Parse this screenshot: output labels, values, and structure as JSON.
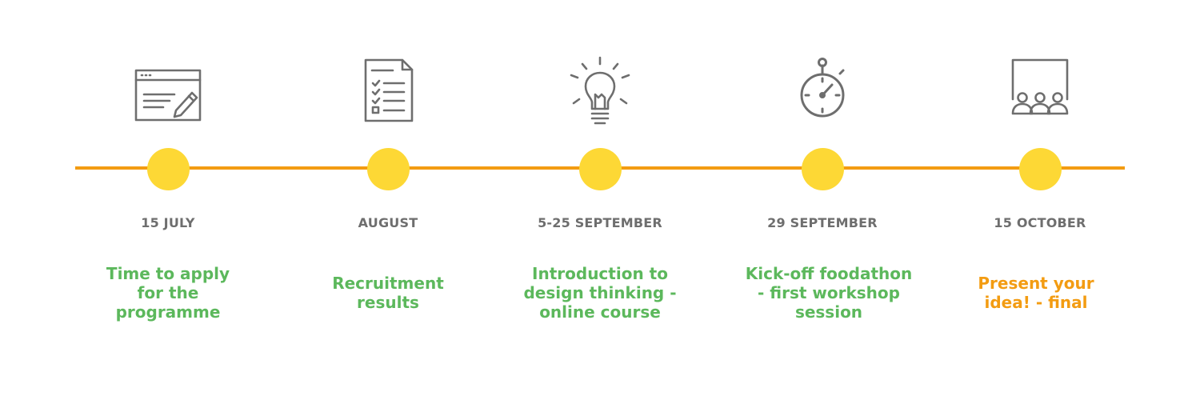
{
  "colors": {
    "line": "#f39c12",
    "dot": "#fdd835",
    "date_text": "#6e6e6e",
    "desc_green": "#5cb85c",
    "desc_orange": "#f39c12",
    "icon_stroke": "#6e6e6e"
  },
  "milestones": [
    {
      "icon": "browser-edit-icon",
      "date": "15 JULY",
      "description": "Time to apply\nfor the\nprogramme",
      "color": "#5cb85c"
    },
    {
      "icon": "checklist-document-icon",
      "date": "AUGUST",
      "description": "Recruitment\nresults",
      "color": "#5cb85c"
    },
    {
      "icon": "lightbulb-icon",
      "date": "5-25 SEPTEMBER",
      "description": "Introduction to\ndesign thinking -\nonline course",
      "color": "#5cb85c"
    },
    {
      "icon": "stopwatch-icon",
      "date": "29 SEPTEMBER",
      "description": "Kick-off foodathon\n- first workshop\nsession",
      "color": "#5cb85c"
    },
    {
      "icon": "presentation-audience-icon",
      "date": "15 OCTOBER",
      "description": "Present your\nidea! - final",
      "color": "#f39c12"
    }
  ]
}
